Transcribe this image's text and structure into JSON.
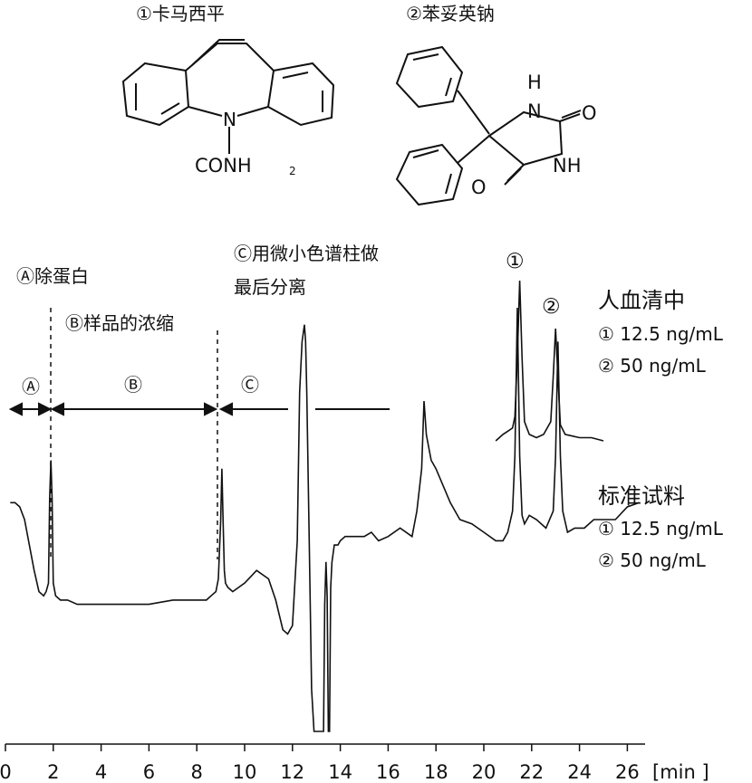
{
  "compounds": {
    "c1": {
      "label": "①卡马西平",
      "group": "CONH",
      "sub": "2",
      "n": "N"
    },
    "c2": {
      "label": "②苯妥英钠",
      "h": "H",
      "nh": "NH",
      "o1": "O",
      "o2": "O",
      "n": "N"
    }
  },
  "steps": {
    "a_title": "Ⓐ除蛋白",
    "b_title": "Ⓑ样品的浓缩",
    "c_title1": "Ⓒ用微小色谱柱做",
    "c_title2": "最后分离",
    "a_mark": "Ⓐ",
    "b_mark": "Ⓑ",
    "c_mark": "Ⓒ"
  },
  "serum": {
    "title": "人血清中",
    "line1": "① 12.5 ng/mL",
    "line2": "② 50 ng/mL",
    "peak1": "①",
    "peak2": "②"
  },
  "standard": {
    "title": "标准试料",
    "line1": "① 12.5 ng/mL",
    "line2": "② 50 ng/mL"
  },
  "colors": {
    "line": "#111111"
  },
  "chart_data": {
    "type": "line",
    "x_unit": "[min ]",
    "xlim": [
      0,
      27
    ],
    "x_ticks": [
      0,
      2,
      4,
      6,
      8,
      10,
      12,
      14,
      16,
      18,
      20,
      22,
      24,
      26
    ],
    "tick_labels": [
      "0",
      "2",
      "4",
      "6",
      "8",
      "10",
      "12",
      "14",
      "16",
      "18",
      "20",
      "22",
      "24",
      "26"
    ],
    "ylim": [
      0,
      100
    ],
    "steps_range": [
      {
        "step": "A",
        "from": 0,
        "to": 1.8
      },
      {
        "step": "B",
        "from": 1.8,
        "to": 8.9
      },
      {
        "step": "C",
        "from": 8.9,
        "to": 16.1
      }
    ],
    "series": [
      {
        "x": [
          0.2,
          0.4,
          0.6,
          0.8,
          1.0,
          1.2,
          1.4,
          1.6,
          1.7,
          1.8,
          1.85,
          1.9,
          1.95,
          2.0,
          2.1,
          2.3,
          2.6,
          3,
          4,
          5,
          6,
          7,
          7.5,
          8,
          8.4,
          8.6,
          8.8,
          8.9,
          9.0,
          9.05,
          9.1,
          9.15,
          9.2,
          9.3,
          9.5,
          10,
          10.5,
          11,
          11.3,
          11.6,
          11.8,
          12.0,
          12.2,
          12.3,
          12.4,
          12.5,
          12.55,
          12.6,
          12.7,
          12.8,
          12.9,
          13.0,
          13.2,
          13.3,
          13.35,
          13.4,
          13.45,
          13.5,
          13.55,
          13.6,
          13.65,
          13.7,
          13.75,
          13.8,
          13.9,
          14.0,
          14.2,
          14.5,
          14.8,
          15.0,
          15.3,
          15.6,
          16.0,
          16.5,
          17.0,
          17.2,
          17.4,
          17.5,
          17.6,
          17.8,
          18.0,
          18.3,
          18.6,
          19.0,
          19.5,
          20.0,
          20.5,
          20.8,
          21.0,
          21.2,
          21.3,
          21.4,
          21.5,
          21.6,
          21.7,
          21.9,
          22.2,
          22.6,
          22.9,
          23.0,
          23.1,
          23.2,
          23.3,
          23.5,
          23.8,
          24.2,
          24.6,
          25,
          25.5,
          26,
          26.5
        ],
        "y": [
          54,
          54,
          53,
          50,
          44,
          38,
          33,
          32,
          33,
          35,
          55,
          64,
          55,
          35,
          32,
          31,
          31,
          30,
          30,
          30,
          30,
          31,
          31,
          31,
          31,
          32,
          33,
          36,
          50,
          62,
          50,
          38,
          35,
          34,
          33,
          35,
          38,
          36,
          31,
          24,
          23,
          25,
          45,
          80,
          92,
          96,
          92,
          80,
          45,
          10,
          0,
          0,
          0,
          0,
          30,
          40,
          32,
          0,
          0,
          34,
          40,
          42,
          44,
          44,
          44,
          45,
          46,
          46,
          46,
          46,
          47,
          45,
          46,
          48,
          46,
          52,
          62,
          78,
          70,
          64,
          62,
          58,
          54,
          50,
          49,
          47,
          45,
          45,
          47,
          52,
          65,
          100,
          65,
          51,
          49,
          51,
          50,
          48,
          52,
          65,
          92,
          65,
          52,
          47,
          48,
          48,
          50,
          50,
          50,
          53,
          54
        ]
      },
      {
        "x": [
          20.5,
          20.8,
          21.0,
          21.2,
          21.3,
          21.4,
          21.5,
          21.6,
          21.7,
          21.9,
          22.2,
          22.5,
          22.8,
          22.9,
          23.0,
          23.1,
          23.2,
          23.4,
          23.7,
          24.0,
          24.5,
          25.0
        ],
        "y": [
          0,
          4,
          6,
          8,
          15,
          52,
          100,
          52,
          12,
          4,
          2,
          4,
          12,
          40,
          70,
          40,
          10,
          4,
          3,
          2,
          2,
          0
        ]
      }
    ]
  }
}
